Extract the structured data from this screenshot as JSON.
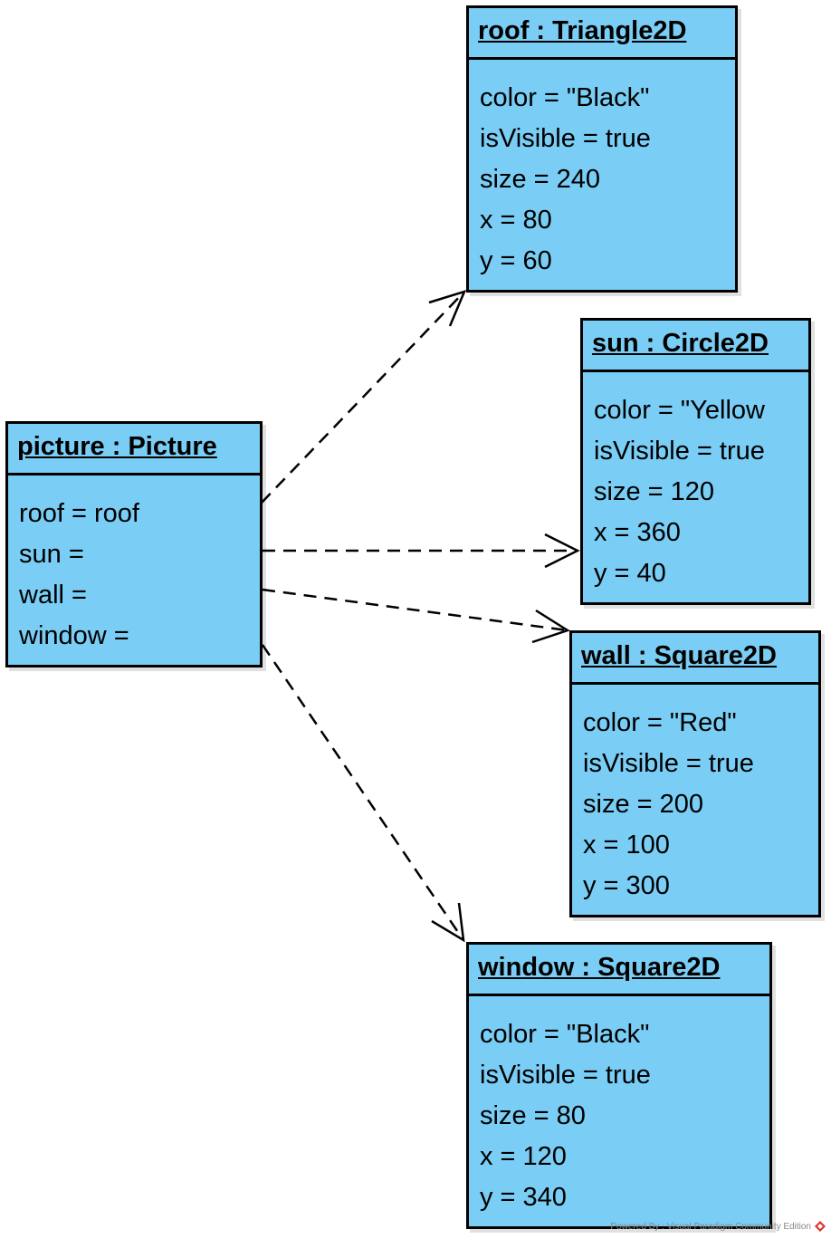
{
  "diagram": {
    "objects": {
      "picture": {
        "title": "picture : Picture",
        "attributes": [
          "roof = roof",
          "sun =",
          "wall =",
          "window ="
        ]
      },
      "roof": {
        "title": "roof : Triangle2D",
        "attributes": [
          "color = \"Black\"",
          "isVisible = true",
          "size = 240",
          "x = 80",
          "y = 60"
        ]
      },
      "sun": {
        "title": "sun : Circle2D",
        "attributes": [
          "color = \"Yellow",
          "isVisible = true",
          "size = 120",
          "x = 360",
          "y = 40"
        ]
      },
      "wall": {
        "title": "wall : Square2D",
        "attributes": [
          "color = \"Red\"",
          "isVisible = true",
          "size = 200",
          "x = 100",
          "y = 300"
        ]
      },
      "window": {
        "title": "window : Square2D",
        "attributes": [
          "color = \"Black\"",
          "isVisible = true",
          "size = 80",
          "x = 120",
          "y = 340"
        ]
      }
    },
    "links": [
      {
        "from": "picture",
        "to": "roof",
        "style": "dashed",
        "arrow": "open"
      },
      {
        "from": "picture",
        "to": "sun",
        "style": "dashed",
        "arrow": "open"
      },
      {
        "from": "picture",
        "to": "wall",
        "style": "dashed",
        "arrow": "open"
      },
      {
        "from": "picture",
        "to": "window",
        "style": "dashed",
        "arrow": "open"
      }
    ],
    "colors": {
      "box_fill": "#7acdf4",
      "border": "#000000",
      "text": "#000000"
    }
  },
  "footer": {
    "text": "Powered By : Visual Paradigm Community Edition",
    "logo_icon": "visual-paradigm-logo-icon"
  }
}
